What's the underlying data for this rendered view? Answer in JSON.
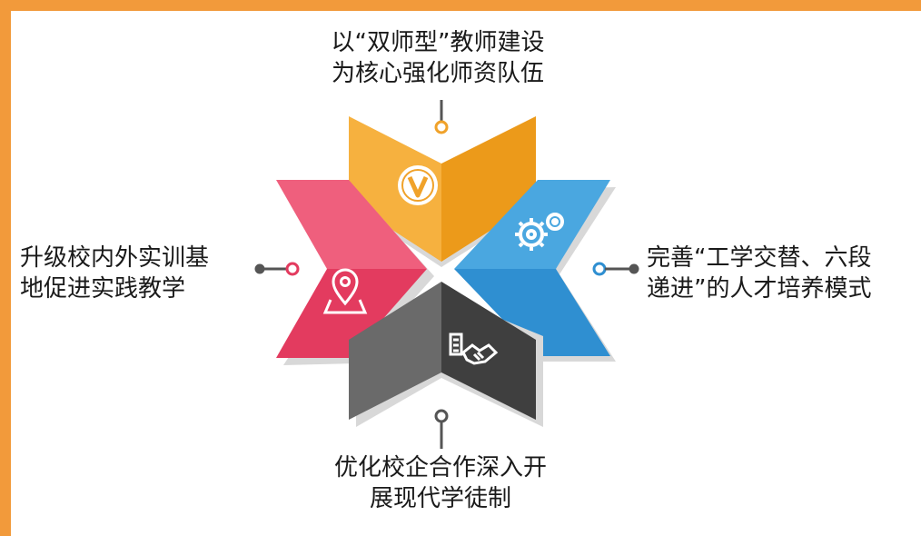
{
  "diagram": {
    "colors": {
      "frame": "#f29a3b",
      "top_light": "#f6b13f",
      "top_dark": "#ec9a1a",
      "right_light": "#4aa7e0",
      "right_dark": "#2f8fd1",
      "left_light": "#ef5f7d",
      "left_dark": "#e33b5f",
      "bottom_light": "#6a6a6a",
      "bottom_dark": "#3f3f3f",
      "shadow": "#d8d8d8",
      "connector": "#555555"
    },
    "segments": [
      {
        "id": "top",
        "icon": "v-badge-icon",
        "lines": [
          "以“双师型”教师建设",
          "为核心强化师资队伍"
        ]
      },
      {
        "id": "right",
        "icon": "gears-icon",
        "lines": [
          "完善“工学交替、六段",
          "递进”的人才培养模式"
        ]
      },
      {
        "id": "bottom",
        "icon": "handshake-icon",
        "lines": [
          "优化校企合作深入开",
          "展现代学徒制"
        ]
      },
      {
        "id": "left",
        "icon": "location-pin-icon",
        "lines": [
          "升级校内外实训基",
          "地促进实践教学"
        ]
      }
    ]
  }
}
